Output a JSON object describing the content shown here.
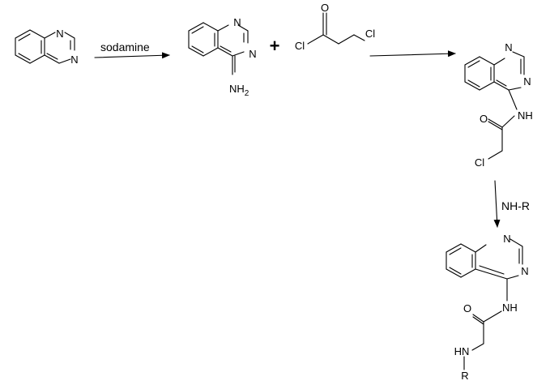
{
  "reagents": {
    "step1": "sodamine",
    "plus": "+",
    "step3": "NH-R"
  },
  "atoms": {
    "N": "N",
    "NH2": "NH",
    "NH2_sub": "2",
    "Cl": "Cl",
    "O": "O",
    "NH": "NH",
    "HN": "HN",
    "R": "R"
  }
}
